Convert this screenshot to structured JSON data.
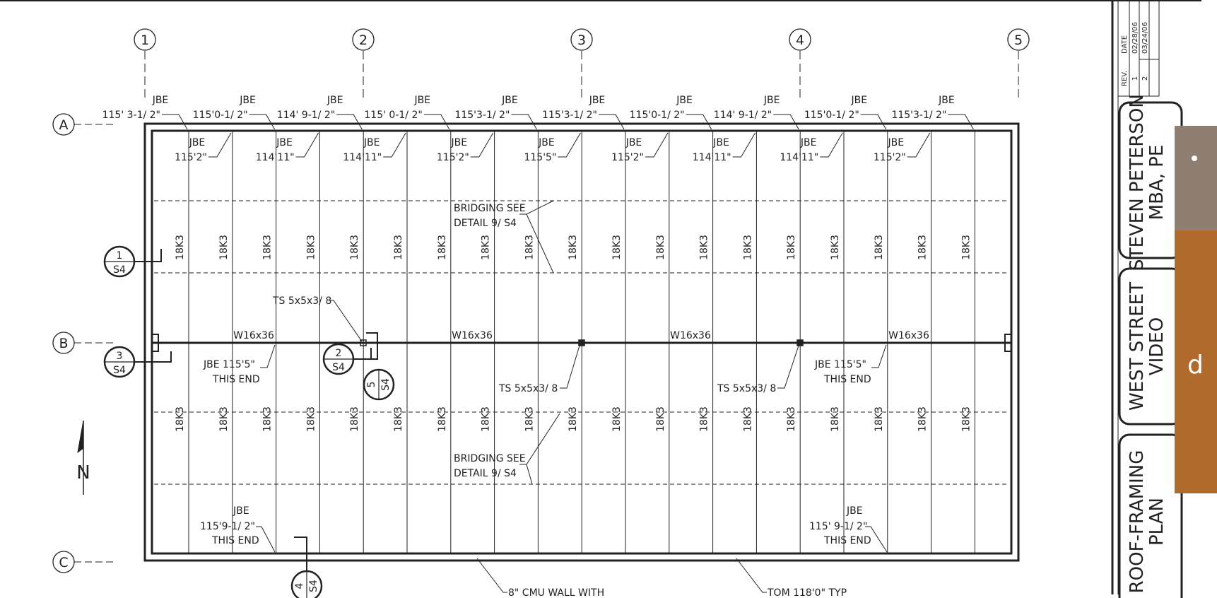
{
  "column_grid": [
    "1",
    "2",
    "3",
    "4",
    "5"
  ],
  "row_grid": [
    "A",
    "B",
    "C"
  ],
  "top_edge_joists": [
    {
      "type": "JBE",
      "length": "115' 3-1/ 2\""
    },
    {
      "type": "JBE",
      "length": "115'0-1/ 2\""
    },
    {
      "type": "JBE",
      "length": "114' 9-1/ 2\""
    },
    {
      "type": "JBE",
      "length": "115' 0-1/ 2\""
    },
    {
      "type": "JBE",
      "length": "115'3-1/ 2\""
    },
    {
      "type": "JBE",
      "length": "115'3-1/ 2\""
    },
    {
      "type": "JBE",
      "length": "115'0-1/ 2\""
    },
    {
      "type": "JBE",
      "length": "114' 9-1/ 2\""
    },
    {
      "type": "JBE",
      "length": "115'0-1/ 2\""
    },
    {
      "type": "JBE",
      "length": "115'3-1/ 2\""
    }
  ],
  "inner_joists": [
    {
      "type": "JBE",
      "length": "115'2\""
    },
    {
      "type": "JBE",
      "length": "114'11\""
    },
    {
      "type": "JBE",
      "length": "114'11\""
    },
    {
      "type": "JBE",
      "length": "115'2\""
    },
    {
      "type": "JBE",
      "length": "115'5\""
    },
    {
      "type": "JBE",
      "length": "115'2\""
    },
    {
      "type": "JBE",
      "length": "114'11\""
    },
    {
      "type": "JBE",
      "length": "114'11\""
    },
    {
      "type": "JBE",
      "length": "115'2\""
    }
  ],
  "joist_size": "18K3",
  "beam_label": "W16x36",
  "bridging_note": {
    "line1": "BRIDGING SEE",
    "line2": "DETAIL 9/ S4"
  },
  "ts_label": "TS 5x5x3/ 8",
  "jbe_this_end": {
    "line1": "JBE 115'5\"",
    "line2": "THIS END"
  },
  "bottom_jbe": {
    "type": "JBE",
    "left_length": "115'9-1/ 2\"",
    "right_length": "115' 9-1/ 2\"",
    "note": "THIS END"
  },
  "wall_note": "8\" CMU WALL WITH",
  "tom_note": "TOM 118'0\" TYP",
  "north_label": "N",
  "section_markers": [
    {
      "num": "1",
      "sheet": "S4"
    },
    {
      "num": "3",
      "sheet": "S4"
    },
    {
      "num": "2",
      "sheet": "S4"
    },
    {
      "num": "5",
      "sheet": "S4"
    },
    {
      "num": "4",
      "sheet": "S4"
    }
  ],
  "title_block": {
    "rev_header": "REV.",
    "date_header": "DATE",
    "revisions": [
      {
        "rev": "1",
        "date": "02/28/06"
      },
      {
        "rev": "2",
        "date": "03/24/06"
      }
    ],
    "engineer_line1": "STEVEN PETERSON",
    "engineer_line2": "MBA, PE",
    "project_line1": "WEST STREET",
    "project_line2": "VIDEO",
    "sheet_line1": "ROOF-FRAMING",
    "sheet_line2": "PLAN"
  },
  "side_tab_letter": "d"
}
